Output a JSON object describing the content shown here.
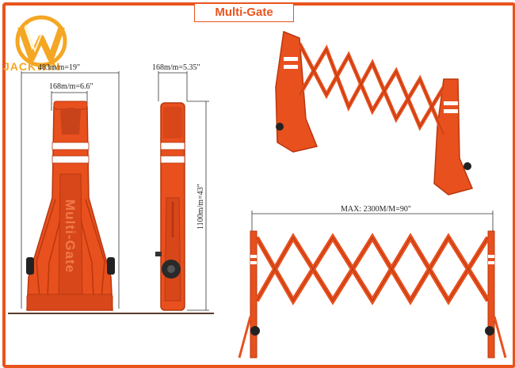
{
  "title": "Multi-Gate",
  "logo": {
    "text": "JACKWIN",
    "icon": "jackwin-w-logo"
  },
  "front_view": {
    "width_outer": "483m/m=19\"",
    "width_inner": "168m/m=6.6\"",
    "body_text": "Multi-Gate"
  },
  "side_view": {
    "width": "168m/m=5.35\"",
    "height": "1100m/m=43\""
  },
  "extended_view": {
    "max_width": "MAX: 2300M/M=90\""
  },
  "colors": {
    "accent": "#e9541c",
    "barrier_orange": "#e8501e",
    "barrier_dark": "#b8380f",
    "reflective_stripe": "#ffffff",
    "logo_gold": "#f5a623"
  }
}
